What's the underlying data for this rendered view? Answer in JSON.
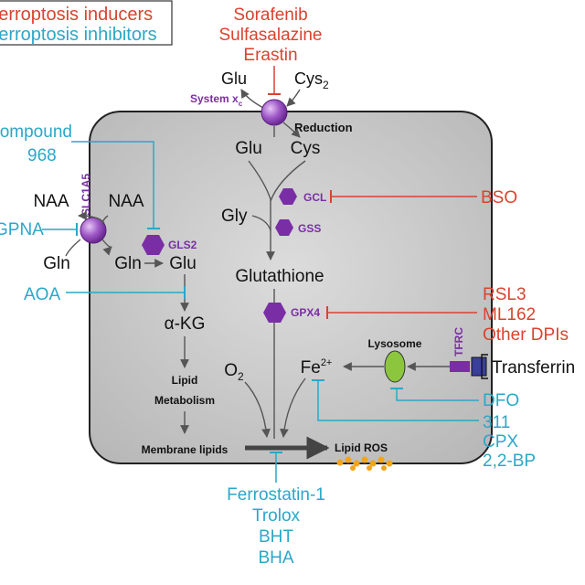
{
  "legend": {
    "inducers": "Ferroptosis inducers",
    "inhibitors": "Ferroptosis inhibitors"
  },
  "colors": {
    "inducer": "#d9432f",
    "inhibitor": "#2aa7c9",
    "enzyme": "#7a2ea5",
    "cell_fill": "#c9c9c9",
    "vesicle": "#8cc63f",
    "receptor": "#7a2ea5",
    "transferrin": "#3a3f9a"
  },
  "inducers": {
    "system_xc": [
      "Sorafenib",
      "Sulfasalazine",
      "Erastin"
    ],
    "gcl": "BSO",
    "gpx4": [
      "RSL3",
      "ML162",
      "Other DPIs"
    ]
  },
  "inhibitors": {
    "gls2": [
      "Compound",
      "968"
    ],
    "slc1a5": "GPNA",
    "alpha_kg": "AOA",
    "lysosome": "DFO",
    "iron": [
      "311",
      "CPX",
      "2,2-BP"
    ],
    "lipid_ros": [
      "Ferrostatin-1",
      "Trolox",
      "BHT",
      "BHA"
    ]
  },
  "transporters": {
    "system_xc": "System x",
    "system_xc_sub": "c",
    "slc1a5": "SLC1A5",
    "tfrc": "TFRC"
  },
  "enzymes": {
    "gcl": "GCL",
    "gss": "GSS",
    "gpx4": "GPX4",
    "gls2": "GLS2"
  },
  "metabolites": {
    "glu_out": "Glu",
    "cys2": "Cys",
    "cys2_sub": "2",
    "reduction": "Reduction",
    "glu_in": "Glu",
    "cys_in": "Cys",
    "gly": "Gly",
    "glutathione": "Glutathione",
    "naa_left": "NAA",
    "naa_right": "NAA",
    "gln_out": "Gln",
    "gln_in": "Gln",
    "glu_gls": "Glu",
    "alpha_kg": "α-KG",
    "lipid_metabolism_1": "Lipid",
    "lipid_metabolism_2": "Metabolism",
    "membrane_lipids": "Membrane lipids",
    "lipid_ros": "Lipid ROS",
    "o2": "O",
    "o2_sub": "2",
    "fe": "Fe",
    "fe_sup": "2+",
    "lysosome": "Lysosome",
    "transferrin": "Transferrin"
  }
}
